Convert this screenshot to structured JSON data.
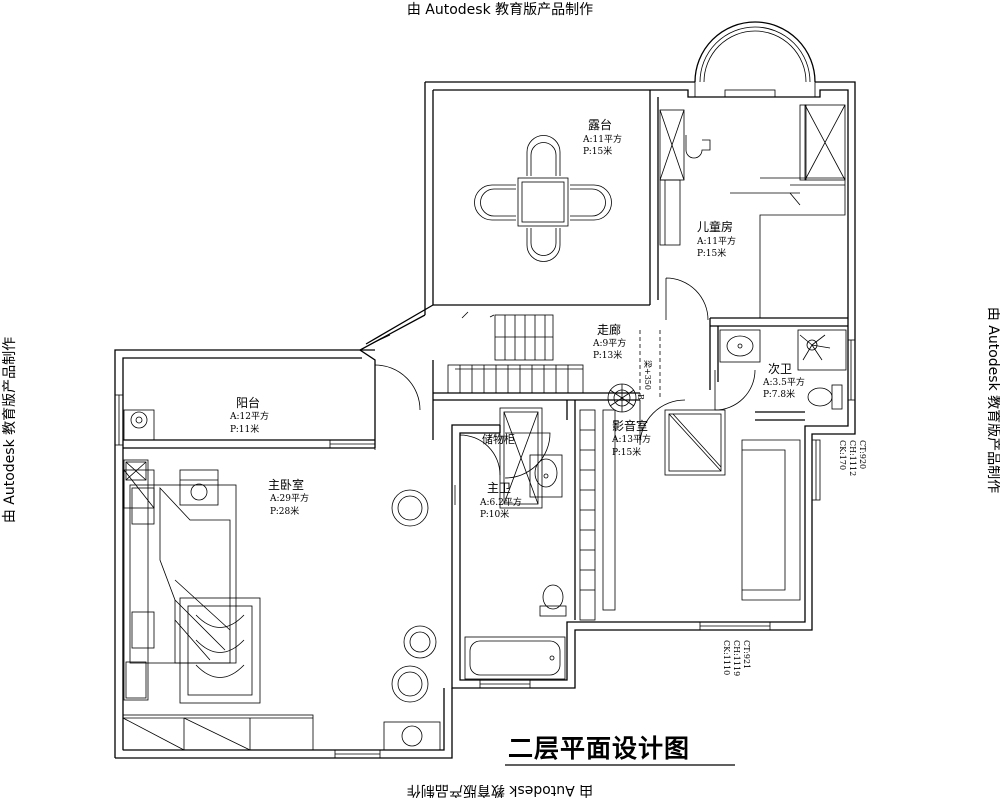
{
  "watermark": {
    "top": "由 Autodesk 教育版产品制作",
    "bottom": "由 Autodesk 教育版产品制作",
    "left": "由 Autodesk 教育版产品制作",
    "right": "由 Autodesk 教育版产品制作"
  },
  "title": "二层平面设计图",
  "rooms": {
    "terrace": {
      "name": "露台",
      "area": "A:11平方",
      "perimeter": "P:15米"
    },
    "kids": {
      "name": "儿童房",
      "area": "A:11平方",
      "perimeter": "P:15米"
    },
    "corridor": {
      "name": "走廊",
      "area": "A:9平方",
      "perimeter": "P:13米"
    },
    "guestbath": {
      "name": "次卫",
      "area": "A:3.5平方",
      "perimeter": "P:7.8米"
    },
    "balcony": {
      "name": "阳台",
      "area": "A:12平方",
      "perimeter": "P:11米"
    },
    "storage": {
      "name": "储物柜"
    },
    "theater": {
      "name": "影音室",
      "area": "A:13平方",
      "perimeter": "P:15米"
    },
    "master": {
      "name": "主卧室",
      "area": "A:29平方",
      "perimeter": "P:28米"
    },
    "masterbath": {
      "name": "主卫",
      "area": "A:6.2平方",
      "perimeter": "P:10米"
    }
  },
  "notes": {
    "stair_note": "梁+350",
    "stair_mark": "B",
    "win1": [
      "CT:920",
      "CH:1112",
      "CK:170"
    ],
    "win2": [
      "CT:921",
      "CH:1119",
      "CK:1110"
    ]
  }
}
